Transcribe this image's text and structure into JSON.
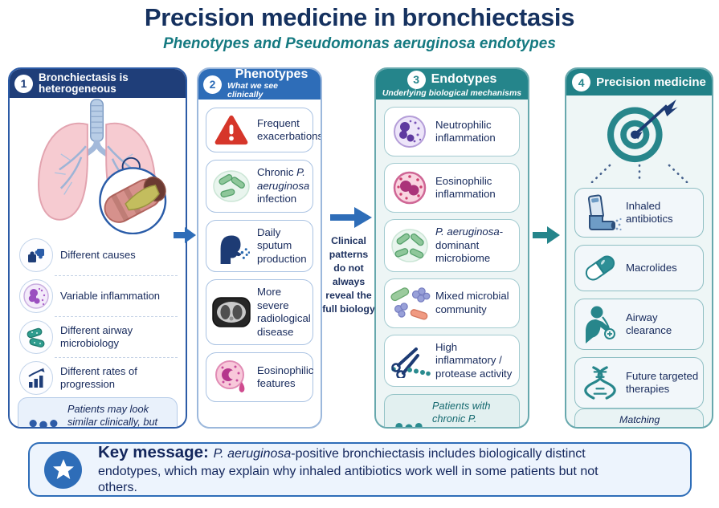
{
  "page": {
    "title": "Precision medicine in bronchiectasis",
    "subtitle": "Phenotypes and Pseudomonas aeruginosa endotypes"
  },
  "col1": {
    "number": "1",
    "title": "Bronchiectasis is heterogeneous",
    "items": [
      {
        "icon": "puzzle-icon",
        "label": "Different causes"
      },
      {
        "icon": "cell-icon",
        "label": "Variable inflammation"
      },
      {
        "icon": "bacteria-icon",
        "label": "Different airway microbiology"
      },
      {
        "icon": "chart-icon",
        "label": "Different rates of progression"
      }
    ],
    "note": "Patients may look similar clinically, but have different underlying biology."
  },
  "col2": {
    "number": "2",
    "title": "Phenotypes",
    "subtitle": "What we see clinically",
    "cards": [
      {
        "icon": "warning-icon",
        "pre": "Frequent exacerbations"
      },
      {
        "icon": "green-bacteria-icon",
        "pre": "Chronic ",
        "it": "P. aeruginosa",
        "post": " infection"
      },
      {
        "icon": "cough-icon",
        "pre": "Daily sputum production"
      },
      {
        "icon": "ct-scan-icon",
        "pre": "More severe radiological disease"
      },
      {
        "icon": "eosinophil-icon",
        "pre": "Eosinophilic features"
      }
    ]
  },
  "flow": {
    "caption": "Clinical patterns do not always reveal the full biology"
  },
  "col3": {
    "number": "3",
    "title": "Endotypes",
    "subtitle": "Underlying biological mechanisms",
    "cards": [
      {
        "icon": "neutrophil-icon",
        "pre": "Neutrophilic inflammation"
      },
      {
        "icon": "eosinophil-icon",
        "pre": "Eosinophilic inflammation"
      },
      {
        "icon": "green-bacteria-icon",
        "it": "P. aeruginosa",
        "post": "-dominant microbiome"
      },
      {
        "icon": "mixed-microbes-icon",
        "pre": "Mixed microbial community"
      },
      {
        "icon": "scissors-icon",
        "pre": "High inflammatory / protease activity"
      }
    ],
    "note": "Patients with chronic P. aeruginosa are not one uniform group."
  },
  "col4": {
    "number": "4",
    "title": "Precision medicine",
    "cards": [
      {
        "icon": "inhaler-icon",
        "pre": "Inhaled antibiotics"
      },
      {
        "icon": "capsule-icon",
        "pre": "Macrolides"
      },
      {
        "icon": "airway-clearance-icon",
        "pre": "Airway clearance"
      },
      {
        "icon": "dna-icon",
        "pre": "Future targeted therapies"
      }
    ],
    "note": "Matching treatment to biology may improve response and reduce exacerbations."
  },
  "key": {
    "label": "Key message: ",
    "italic": "P. aeruginosa",
    "rest": "-positive bronchiectasis includes biologically distinct endotypes, which may explain why inhaled antibiotics work well in some patients but not others."
  },
  "palette": {
    "navy_header": "#1f3e79",
    "blue_header": "#2e6db8",
    "teal_header": "#25858b",
    "title_navy": "#15315f",
    "subtitle_teal": "#157a81",
    "body_navy": "#16295b",
    "teal_note_text": "#166a70",
    "warning_red": "#d6362a"
  }
}
